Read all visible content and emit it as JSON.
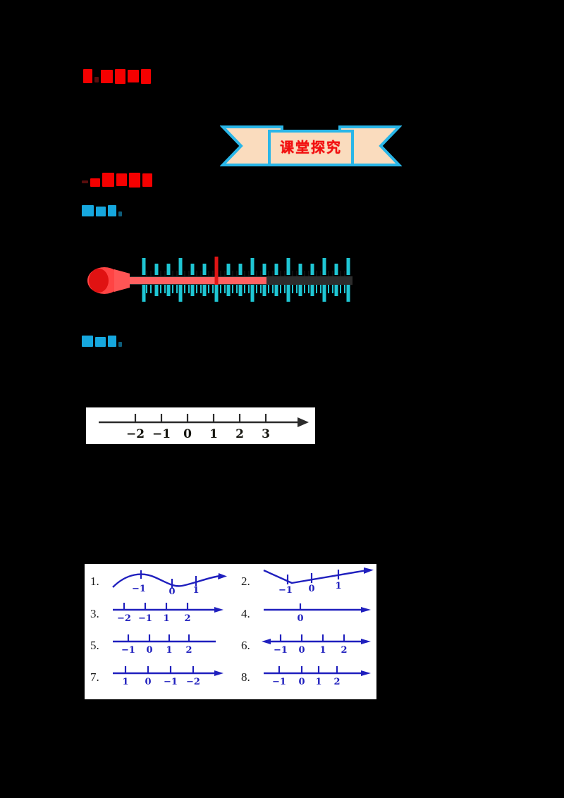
{
  "page": {
    "background_color": "#000000",
    "sheet_color": "#ffffff"
  },
  "headings": {
    "heading_1": {
      "name": "redacted-heading-top",
      "text": "",
      "color": "#f50000",
      "note": "pixelated red heading text"
    },
    "heading_2": {
      "name": "redacted-heading-middle",
      "text": "",
      "color": "#f50000",
      "note": "pixelated red heading text"
    },
    "heading_3": {
      "name": "redacted-label-one",
      "text": "",
      "color": "#16a7de",
      "note": "pixelated cyan label"
    },
    "heading_4": {
      "name": "redacted-label-two",
      "text": "",
      "color": "#16a7de",
      "note": "pixelated cyan label"
    }
  },
  "banner": {
    "title": "课堂探究",
    "text_color": "#f21010",
    "fill_color": "#fadcbe",
    "border_color": "#29b6e8"
  },
  "thermometer": {
    "name": "thermometer-diagram",
    "bulb_color": "#ff4444",
    "mercury_color": "#ff6161",
    "scale_color": "#1fc6d4",
    "marker_color": "#e01515",
    "mercury_fill_fraction": 0.62
  },
  "chart_data": [
    {
      "id": "main-number-line",
      "type": "line",
      "title": "",
      "xlabel": "",
      "ylabel": "",
      "axis_color": "#2b2b2b",
      "label_color": "#16160f",
      "arrow_right": true,
      "arrow_left": false,
      "ticks": [
        -2,
        -1,
        0,
        1,
        2,
        3
      ],
      "tick_labels": [
        "−2",
        "−1",
        "0",
        "1",
        "2",
        "3"
      ],
      "xlim": [
        -3.1,
        4.2
      ],
      "grid": false,
      "legend": "none"
    },
    {
      "id": "option-1",
      "type": "line",
      "shape": "wavy",
      "axis_color": "#1f1fbe",
      "label_color": "#1f1fbe",
      "arrow_right": true,
      "arrow_left": false,
      "tick_labels": [
        "−1",
        "0",
        "1"
      ],
      "ticks": [
        -1,
        0,
        1
      ]
    },
    {
      "id": "option-2",
      "type": "line",
      "shape": "bent-v",
      "axis_color": "#1f1fbe",
      "label_color": "#1f1fbe",
      "arrow_right": true,
      "arrow_left": false,
      "tick_labels": [
        "−1",
        "0",
        "1"
      ],
      "ticks": [
        -1,
        0,
        1
      ]
    },
    {
      "id": "option-3",
      "type": "line",
      "shape": "straight",
      "axis_color": "#1f1fbe",
      "label_color": "#1f1fbe",
      "arrow_right": true,
      "arrow_left": false,
      "tick_labels": [
        "−2",
        "−1",
        "1",
        "2"
      ],
      "ticks": [
        -2,
        -1,
        1,
        2
      ]
    },
    {
      "id": "option-4",
      "type": "line",
      "shape": "straight",
      "axis_color": "#1f1fbe",
      "label_color": "#1f1fbe",
      "arrow_right": true,
      "arrow_left": false,
      "tick_labels": [
        "0"
      ],
      "ticks": [
        0
      ]
    },
    {
      "id": "option-5",
      "type": "line",
      "shape": "straight",
      "axis_color": "#1f1fbe",
      "label_color": "#1f1fbe",
      "arrow_right": false,
      "arrow_left": false,
      "tick_labels": [
        "−1",
        "0",
        "1",
        "2"
      ],
      "ticks": [
        -1,
        0,
        1,
        2
      ]
    },
    {
      "id": "option-6",
      "type": "line",
      "shape": "straight",
      "axis_color": "#1f1fbe",
      "label_color": "#1f1fbe",
      "arrow_right": true,
      "arrow_left": true,
      "tick_labels": [
        "−1",
        "0",
        "1",
        "2"
      ],
      "ticks": [
        -1,
        0,
        1,
        2
      ]
    },
    {
      "id": "option-7",
      "type": "line",
      "shape": "straight",
      "axis_color": "#1f1fbe",
      "label_color": "#1f1fbe",
      "arrow_right": true,
      "arrow_left": false,
      "tick_labels": [
        "1",
        "0",
        "−1",
        "−2"
      ],
      "ticks": [
        1,
        0,
        -1,
        -2
      ]
    },
    {
      "id": "option-8",
      "type": "line",
      "shape": "straight-uneven",
      "axis_color": "#1f1fbe",
      "label_color": "#1f1fbe",
      "arrow_right": true,
      "arrow_left": false,
      "tick_labels": [
        "−1",
        "0",
        "1",
        "2"
      ],
      "ticks": [
        -1,
        0,
        1,
        2
      ]
    }
  ],
  "options": [
    {
      "number": "1.",
      "labels": [
        "−1",
        "0",
        "1"
      ]
    },
    {
      "number": "2.",
      "labels": [
        "−1",
        "0",
        "1"
      ]
    },
    {
      "number": "3.",
      "labels": [
        "−2",
        "−1",
        "1",
        "2"
      ]
    },
    {
      "number": "4.",
      "labels": [
        "0"
      ]
    },
    {
      "number": "5.",
      "labels": [
        "−1",
        "0",
        "1",
        "2"
      ]
    },
    {
      "number": "6.",
      "labels": [
        "−1",
        "0",
        "1",
        "2"
      ]
    },
    {
      "number": "7.",
      "labels": [
        "1",
        "0",
        "−1",
        "−2"
      ]
    },
    {
      "number": "8.",
      "labels": [
        "−1",
        "0",
        "1",
        "2"
      ]
    }
  ],
  "main_line_labels": [
    "−2",
    "−1",
    "0",
    "1",
    "2",
    "3"
  ]
}
